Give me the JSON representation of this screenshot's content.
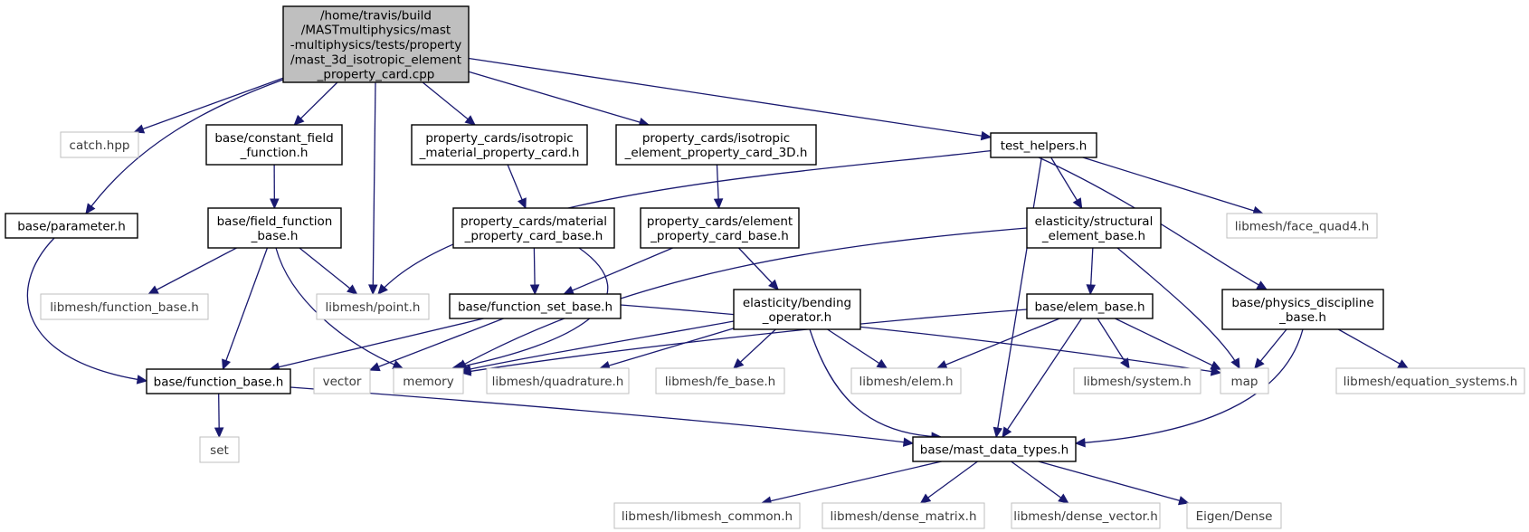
{
  "colors": {
    "edge": "#191970",
    "root_fill": "#bfbfbf",
    "external_border": "#bfbfbf",
    "internal_border": "#000000"
  },
  "nodes": [
    {
      "id": "root",
      "kind": "root",
      "lines": [
        "/home/travis/build",
        "/MASTmultiphysics/mast",
        "-multiphysics/tests/property",
        "/mast_3d_isotropic_element",
        "_property_card.cpp"
      ]
    },
    {
      "id": "catch",
      "kind": "ext",
      "lines": [
        "catch.hpp"
      ]
    },
    {
      "id": "constant_field",
      "kind": "int",
      "lines": [
        "base/constant_field",
        "_function.h"
      ]
    },
    {
      "id": "iso_mat",
      "kind": "int",
      "lines": [
        "property_cards/isotropic",
        "_material_property_card.h"
      ]
    },
    {
      "id": "iso_elem",
      "kind": "int",
      "lines": [
        "property_cards/isotropic",
        "_element_property_card_3D.h"
      ]
    },
    {
      "id": "test_helpers",
      "kind": "int",
      "lines": [
        "test_helpers.h"
      ]
    },
    {
      "id": "parameter",
      "kind": "int",
      "lines": [
        "base/parameter.h"
      ]
    },
    {
      "id": "field_function",
      "kind": "int",
      "lines": [
        "base/field_function",
        "_base.h"
      ]
    },
    {
      "id": "mat_base",
      "kind": "int",
      "lines": [
        "property_cards/material",
        "_property_card_base.h"
      ]
    },
    {
      "id": "elem_card_base",
      "kind": "int",
      "lines": [
        "property_cards/element",
        "_property_card_base.h"
      ]
    },
    {
      "id": "struct_elem",
      "kind": "int",
      "lines": [
        "elasticity/structural",
        "_element_base.h"
      ]
    },
    {
      "id": "face_quad4",
      "kind": "ext",
      "lines": [
        "libmesh/face_quad4.h"
      ]
    },
    {
      "id": "lm_function_base",
      "kind": "ext",
      "lines": [
        "libmesh/function_base.h"
      ]
    },
    {
      "id": "point",
      "kind": "ext",
      "lines": [
        "libmesh/point.h"
      ]
    },
    {
      "id": "function_set",
      "kind": "int",
      "lines": [
        "base/function_set_base.h"
      ]
    },
    {
      "id": "bending",
      "kind": "int",
      "lines": [
        "elasticity/bending",
        "_operator.h"
      ]
    },
    {
      "id": "elem_base",
      "kind": "int",
      "lines": [
        "base/elem_base.h"
      ]
    },
    {
      "id": "physics",
      "kind": "int",
      "lines": [
        "base/physics_discipline",
        "_base.h"
      ]
    },
    {
      "id": "function_base",
      "kind": "int",
      "lines": [
        "base/function_base.h"
      ]
    },
    {
      "id": "vector",
      "kind": "ext",
      "lines": [
        "vector"
      ]
    },
    {
      "id": "memory",
      "kind": "ext",
      "lines": [
        "memory"
      ]
    },
    {
      "id": "quadrature",
      "kind": "ext",
      "lines": [
        "libmesh/quadrature.h"
      ]
    },
    {
      "id": "fe_base",
      "kind": "ext",
      "lines": [
        "libmesh/fe_base.h"
      ]
    },
    {
      "id": "lm_elem",
      "kind": "ext",
      "lines": [
        "libmesh/elem.h"
      ]
    },
    {
      "id": "system",
      "kind": "ext",
      "lines": [
        "libmesh/system.h"
      ]
    },
    {
      "id": "map",
      "kind": "ext",
      "lines": [
        "map"
      ]
    },
    {
      "id": "equation_systems",
      "kind": "ext",
      "lines": [
        "libmesh/equation_systems.h"
      ]
    },
    {
      "id": "set",
      "kind": "ext",
      "lines": [
        "set"
      ]
    },
    {
      "id": "mast_data_types",
      "kind": "int",
      "lines": [
        "base/mast_data_types.h"
      ]
    },
    {
      "id": "libmesh_common",
      "kind": "ext",
      "lines": [
        "libmesh/libmesh_common.h"
      ]
    },
    {
      "id": "dense_matrix",
      "kind": "ext",
      "lines": [
        "libmesh/dense_matrix.h"
      ]
    },
    {
      "id": "dense_vector",
      "kind": "ext",
      "lines": [
        "libmesh/dense_vector.h"
      ]
    },
    {
      "id": "eigen",
      "kind": "ext",
      "lines": [
        "Eigen/Dense"
      ]
    }
  ],
  "edges": [
    [
      "root",
      "catch"
    ],
    [
      "root",
      "parameter"
    ],
    [
      "root",
      "constant_field"
    ],
    [
      "root",
      "point"
    ],
    [
      "root",
      "iso_mat"
    ],
    [
      "root",
      "iso_elem"
    ],
    [
      "root",
      "test_helpers"
    ],
    [
      "constant_field",
      "field_function"
    ],
    [
      "iso_mat",
      "mat_base"
    ],
    [
      "iso_elem",
      "elem_card_base"
    ],
    [
      "test_helpers",
      "point"
    ],
    [
      "test_helpers",
      "mast_data_types"
    ],
    [
      "test_helpers",
      "struct_elem"
    ],
    [
      "test_helpers",
      "face_quad4"
    ],
    [
      "test_helpers",
      "physics"
    ],
    [
      "parameter",
      "function_base"
    ],
    [
      "field_function",
      "lm_function_base"
    ],
    [
      "field_function",
      "point"
    ],
    [
      "field_function",
      "function_base"
    ],
    [
      "field_function",
      "memory"
    ],
    [
      "mat_base",
      "function_set"
    ],
    [
      "mat_base",
      "memory"
    ],
    [
      "elem_card_base",
      "function_set"
    ],
    [
      "elem_card_base",
      "bending"
    ],
    [
      "struct_elem",
      "memory"
    ],
    [
      "struct_elem",
      "elem_base"
    ],
    [
      "struct_elem",
      "map"
    ],
    [
      "function_set",
      "function_base"
    ],
    [
      "function_set",
      "vector"
    ],
    [
      "function_set",
      "map"
    ],
    [
      "bending",
      "memory"
    ],
    [
      "bending",
      "quadrature"
    ],
    [
      "bending",
      "fe_base"
    ],
    [
      "bending",
      "lm_elem"
    ],
    [
      "bending",
      "mast_data_types"
    ],
    [
      "elem_base",
      "memory"
    ],
    [
      "elem_base",
      "lm_elem"
    ],
    [
      "elem_base",
      "system"
    ],
    [
      "elem_base",
      "map"
    ],
    [
      "elem_base",
      "mast_data_types"
    ],
    [
      "physics",
      "map"
    ],
    [
      "physics",
      "equation_systems"
    ],
    [
      "physics",
      "mast_data_types"
    ],
    [
      "function_base",
      "set"
    ],
    [
      "function_base",
      "mast_data_types"
    ],
    [
      "mast_data_types",
      "libmesh_common"
    ],
    [
      "mast_data_types",
      "dense_matrix"
    ],
    [
      "mast_data_types",
      "dense_vector"
    ],
    [
      "mast_data_types",
      "eigen"
    ]
  ]
}
